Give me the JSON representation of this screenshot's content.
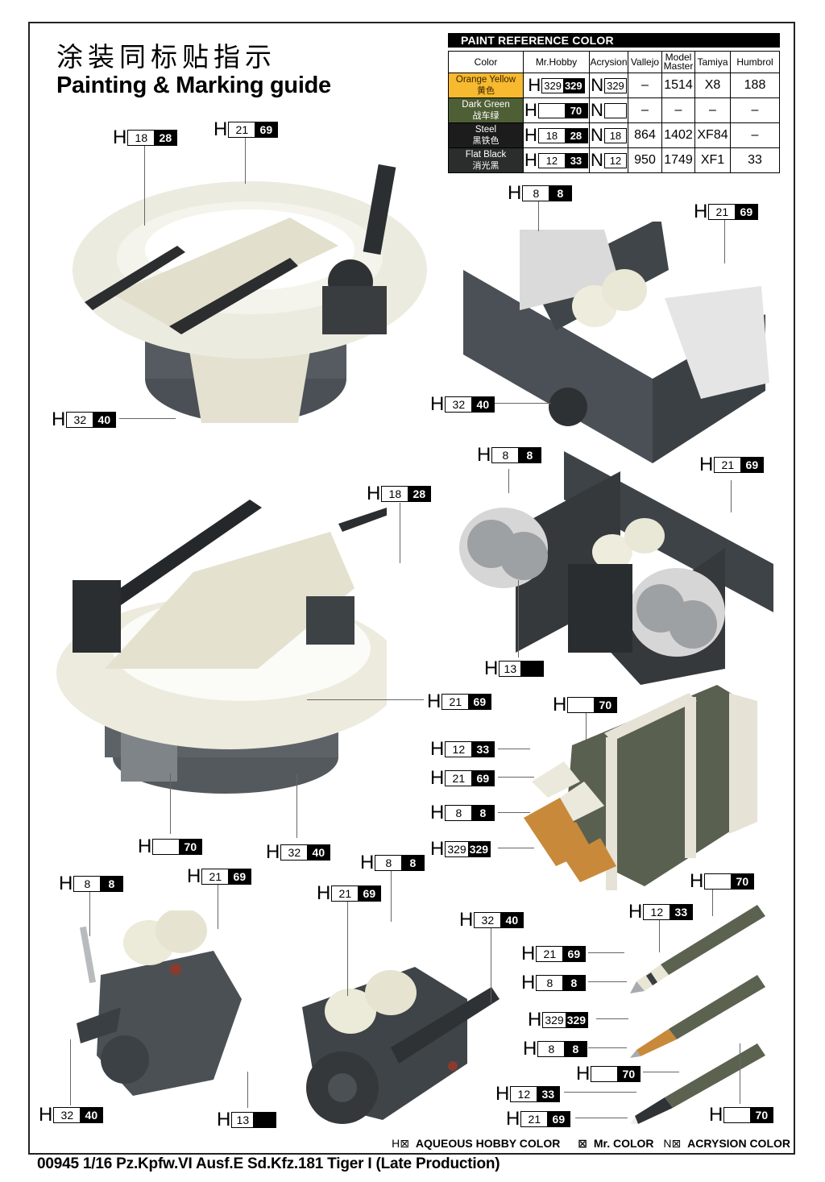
{
  "header": {
    "title_cn": "涂装同标贴指示",
    "title_en": "Painting & Marking guide"
  },
  "paint_reference": {
    "title": "PAINT  REFERENCE COLOR",
    "columns": [
      "Color",
      "Mr.Hobby",
      "Acrysion",
      "Vallejo",
      "Model Master",
      "Tamiya",
      "Humbrol"
    ],
    "rows": [
      {
        "name": "Orange Yellow",
        "name_cn": "黄色",
        "swatch": "#f6b92f",
        "h_aqueous": "329",
        "h_mr": "329",
        "acrysion": "329",
        "vallejo": "–",
        "model_master": "1514",
        "tamiya": "X8",
        "humbrol": "188"
      },
      {
        "name": "Dark Green",
        "name_cn": "战车绿",
        "swatch": "#4f5f35",
        "h_aqueous": "",
        "h_mr": "70",
        "acrysion": "",
        "vallejo": "–",
        "model_master": "–",
        "tamiya": "–",
        "humbrol": "–"
      },
      {
        "name": "Steel",
        "name_cn": "黑铁色",
        "swatch": "#1c1c1c",
        "h_aqueous": "18",
        "h_mr": "28",
        "acrysion": "18",
        "vallejo": "864",
        "model_master": "1402",
        "tamiya": "XF84",
        "humbrol": "–"
      },
      {
        "name": "Flat Black",
        "name_cn": "消光黑",
        "swatch": "#2a2d2c",
        "h_aqueous": "12",
        "h_mr": "33",
        "acrysion": "12",
        "vallejo": "950",
        "model_master": "1749",
        "tamiya": "XF1",
        "humbrol": "33"
      }
    ]
  },
  "prefix": {
    "h": "H",
    "n": "N"
  },
  "callouts": {
    "turret_top": [
      {
        "w": "18",
        "b": "28"
      },
      {
        "w": "21",
        "b": "69"
      },
      {
        "w": "32",
        "b": "40"
      }
    ],
    "chassis_top": [
      {
        "w": "8",
        "b": "8"
      },
      {
        "w": "21",
        "b": "69"
      },
      {
        "w": "32",
        "b": "40"
      }
    ],
    "chassis_mid": [
      {
        "w": "8",
        "b": "8"
      },
      {
        "w": "21",
        "b": "69"
      },
      {
        "w": "13",
        "b": ""
      }
    ],
    "turret_mid": [
      {
        "w": "18",
        "b": "28"
      },
      {
        "w": "21",
        "b": "69"
      },
      {
        "w": "",
        "b": "70"
      },
      {
        "w": "32",
        "b": "40"
      }
    ],
    "ammo_rack": [
      {
        "w": "",
        "b": "70"
      },
      {
        "w": "12",
        "b": "33"
      },
      {
        "w": "21",
        "b": "69"
      },
      {
        "w": "8",
        "b": "8"
      },
      {
        "w": "329",
        "b": "329"
      }
    ],
    "engine_left": [
      {
        "w": "8",
        "b": "8"
      },
      {
        "w": "21",
        "b": "69"
      },
      {
        "w": "32",
        "b": "40"
      },
      {
        "w": "13",
        "b": ""
      }
    ],
    "engine_right": [
      {
        "w": "8",
        "b": "8"
      },
      {
        "w": "21",
        "b": "69"
      },
      {
        "w": "32",
        "b": "40"
      }
    ],
    "shells": [
      {
        "w": "",
        "b": "70"
      },
      {
        "w": "12",
        "b": "33"
      },
      {
        "w": "21",
        "b": "69"
      },
      {
        "w": "8",
        "b": "8"
      },
      {
        "w": "329",
        "b": "329"
      },
      {
        "w": "8",
        "b": "8"
      },
      {
        "w": "",
        "b": "70"
      },
      {
        "w": "12",
        "b": "33"
      },
      {
        "w": "21",
        "b": "69"
      },
      {
        "w": "",
        "b": "70"
      }
    ]
  },
  "legend": {
    "aqueous_prefix": "H",
    "aqueous_label": "AQUEOUS HOBBY COLOR",
    "mr_label": "Mr. COLOR",
    "acrysion_prefix": "N",
    "acrysion_label": "ACRYSION COLOR",
    "box_icon": "⊠",
    "filled_box_icon": "⊠"
  },
  "footer": {
    "text": "00945 1/16  Pz.Kpfw.VI Ausf.E Sd.Kfz.181 Tiger I (Late Production)"
  }
}
